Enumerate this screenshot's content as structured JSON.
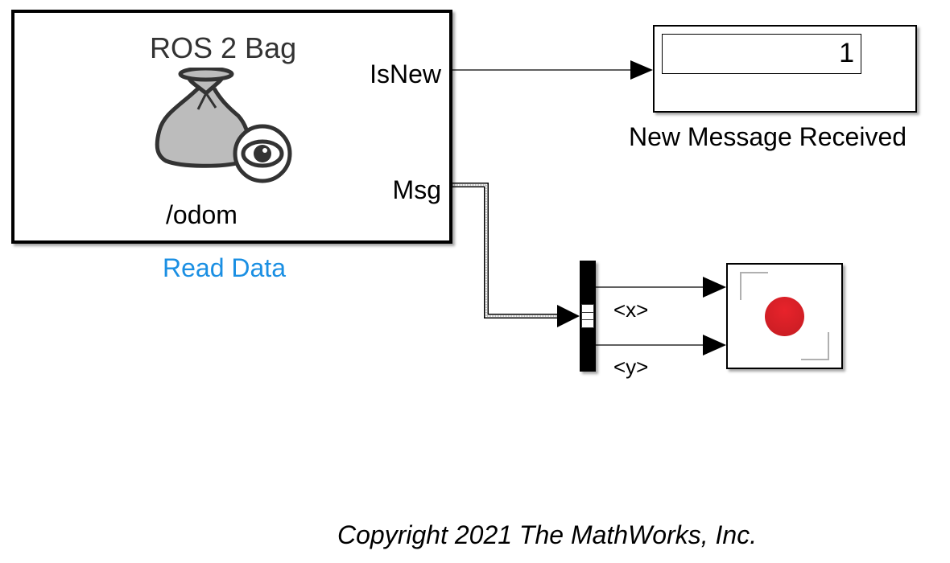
{
  "blocks": {
    "bag_reader": {
      "title": "ROS 2 Bag",
      "topic": "/odom",
      "ports": {
        "isnew": "IsNew",
        "msg": "Msg"
      },
      "label": "Read Data",
      "label_color": "#1a8fe3",
      "icon": "bag-with-eye-icon"
    },
    "display": {
      "value": "1",
      "label": "New Message Received"
    },
    "bus_selector": {
      "outputs": [
        "<x>",
        "<y>"
      ]
    },
    "xy_graph": {
      "icon": "record-dot-icon",
      "dot_color": "#d81f26"
    }
  },
  "footer": {
    "copyright": "Copyright 2021 The MathWorks, Inc."
  }
}
